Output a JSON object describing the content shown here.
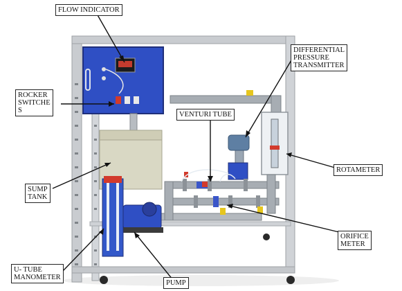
{
  "labels": {
    "flow_indicator": "FLOW INDICATOR",
    "differential_pressure_transmitter": "DIFFERENTIAL\nPRESSURE\nTRANSMITTER",
    "rocker_switch": "ROCKER\nSWITCHE\nS",
    "venturi_tube": "VENTURI TUBE",
    "rotameter": "ROTAMETER",
    "sump_tank": "SUMP\nTANK",
    "orifice_meter": "ORIFICE\nMETER",
    "u_tube_manometer": "U- TUBE\nMANOMETER",
    "pump": "PUMP"
  },
  "colors": {
    "panel_blue": "#2f4fc4",
    "frame_grey": "#c9ccd0",
    "tank_beige": "#d9d8c4",
    "pipe_grey": "#a7adb3",
    "accent_red": "#d23a2c",
    "accent_yellow": "#e6c61e"
  }
}
